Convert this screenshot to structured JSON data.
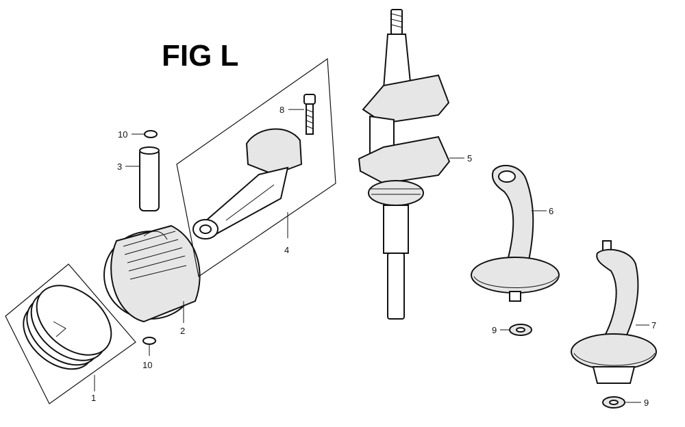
{
  "figure": {
    "title": "FIG L",
    "callouts": {
      "piston_rings": "1",
      "piston": "2",
      "piston_pin": "3",
      "connecting_rod": "4",
      "crankshaft": "5",
      "counterweight_a": "6",
      "counterweight_b": "7",
      "rod_bolt": "8",
      "washer_a": "9",
      "washer_b": "9",
      "pin_clip_top": "10",
      "pin_clip_bottom": "10"
    }
  }
}
